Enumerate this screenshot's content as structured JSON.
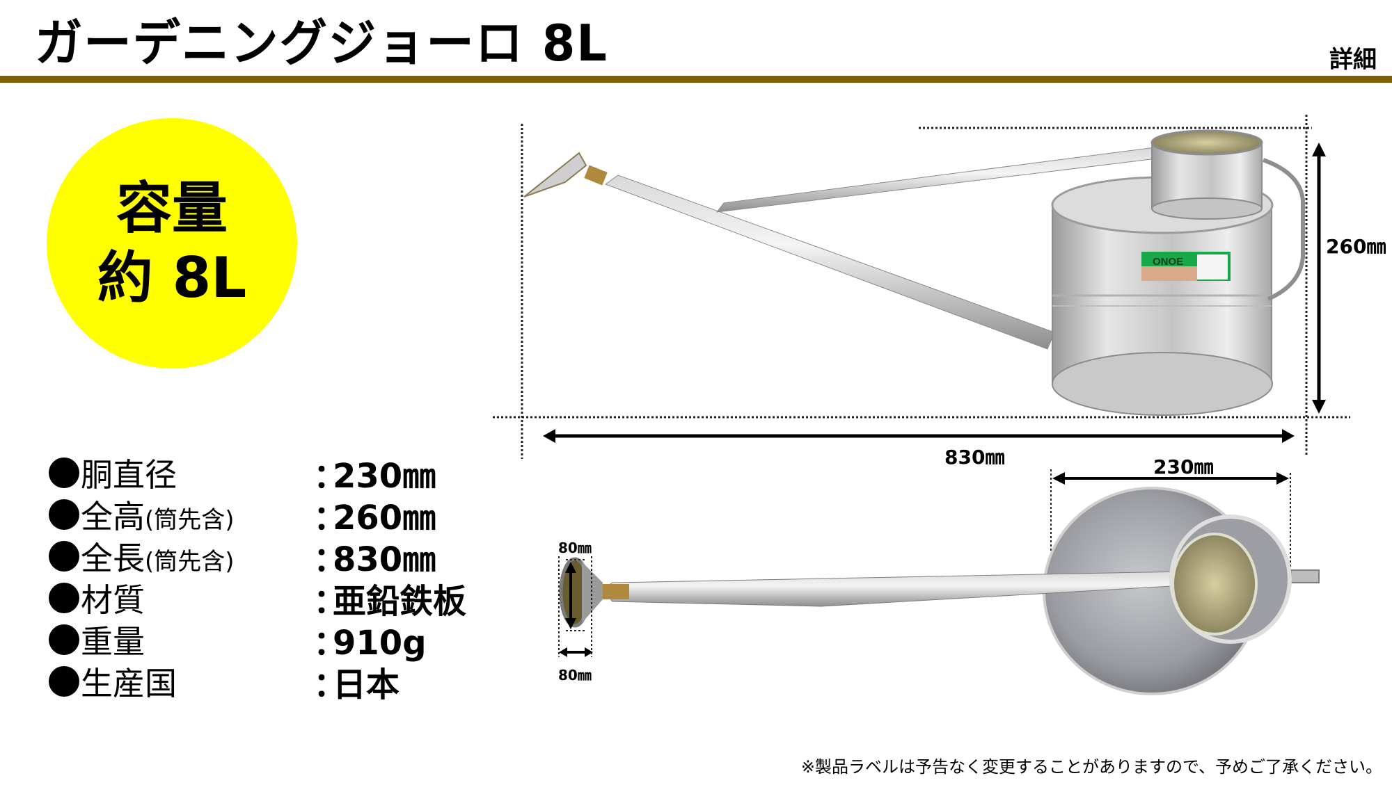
{
  "header": {
    "title": "ガーデニングジョーロ 8L",
    "section_tag": "詳細",
    "rule_color": "#7d5e00"
  },
  "capacity_badge": {
    "line1": "容量",
    "line2": "約 8L",
    "color": "#ffff00"
  },
  "specs": [
    {
      "label": "胴直径",
      "note": "",
      "value": "230㎜"
    },
    {
      "label": "全高",
      "note": "(筒先含)",
      "value": "260㎜"
    },
    {
      "label": "全長",
      "note": "(筒先含)",
      "value": "830㎜"
    },
    {
      "label": "材質",
      "note": "",
      "value": "亜鉛鉄板"
    },
    {
      "label": "重量",
      "note": "",
      "value": "910g"
    },
    {
      "label": "生産国",
      "note": "",
      "value": "日本"
    }
  ],
  "spec_colon": "：",
  "side_view": {
    "length_label": "830㎜",
    "height_label": "260㎜",
    "brand_label": "ONOE"
  },
  "top_view": {
    "body_diameter_label": "230㎜",
    "rose_height_label": "80㎜",
    "rose_width_label": "80㎜"
  },
  "footnote": "※製品ラベルは予告なく変更することがありますので、予めご了承ください。"
}
